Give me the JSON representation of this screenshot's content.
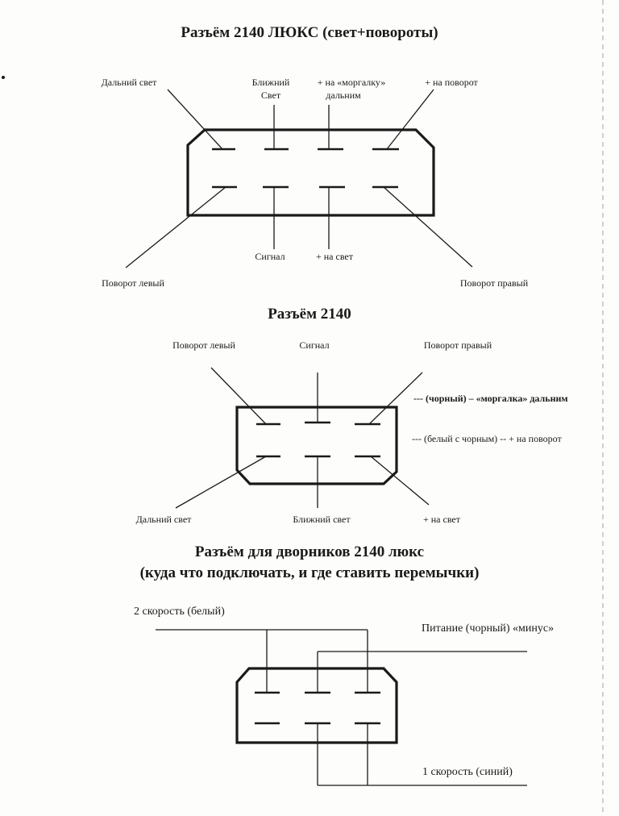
{
  "section1": {
    "title": "Разъём 2140 ЛЮКС (свет+повороты)",
    "labels": {
      "high_beam": "Дальний свет",
      "low_beam_line1": "Ближний",
      "low_beam_line2": "Свет",
      "flasher_line1": "+ на «моргалку»",
      "flasher_line2": "дальним",
      "plus_turn": "+ на поворот",
      "turn_left": "Поворот левый",
      "signal": "Сигнал",
      "plus_light": "+ на свет",
      "turn_right": "Поворот правый"
    }
  },
  "section2": {
    "title": "Разъём 2140",
    "labels": {
      "turn_left": "Поворот левый",
      "signal": "Сигнал",
      "turn_right": "Поворот правый",
      "note_black": "---  (чорный) – «моргалка» дальним",
      "note_white": "--- (белый с чорным) -- + на поворот",
      "high_beam": "Дальний свет",
      "low_beam": "Ближний свет",
      "plus_light": "+ на свет"
    }
  },
  "section3": {
    "title_line1": "Разъём для дворников 2140 люкс",
    "title_line2": "(куда что подключать, и где ставить перемычки)",
    "labels": {
      "speed2": "2 скорость (белый)",
      "power": "Питание (чорный) «минус»",
      "speed1": "1 скорость (синий)"
    }
  }
}
